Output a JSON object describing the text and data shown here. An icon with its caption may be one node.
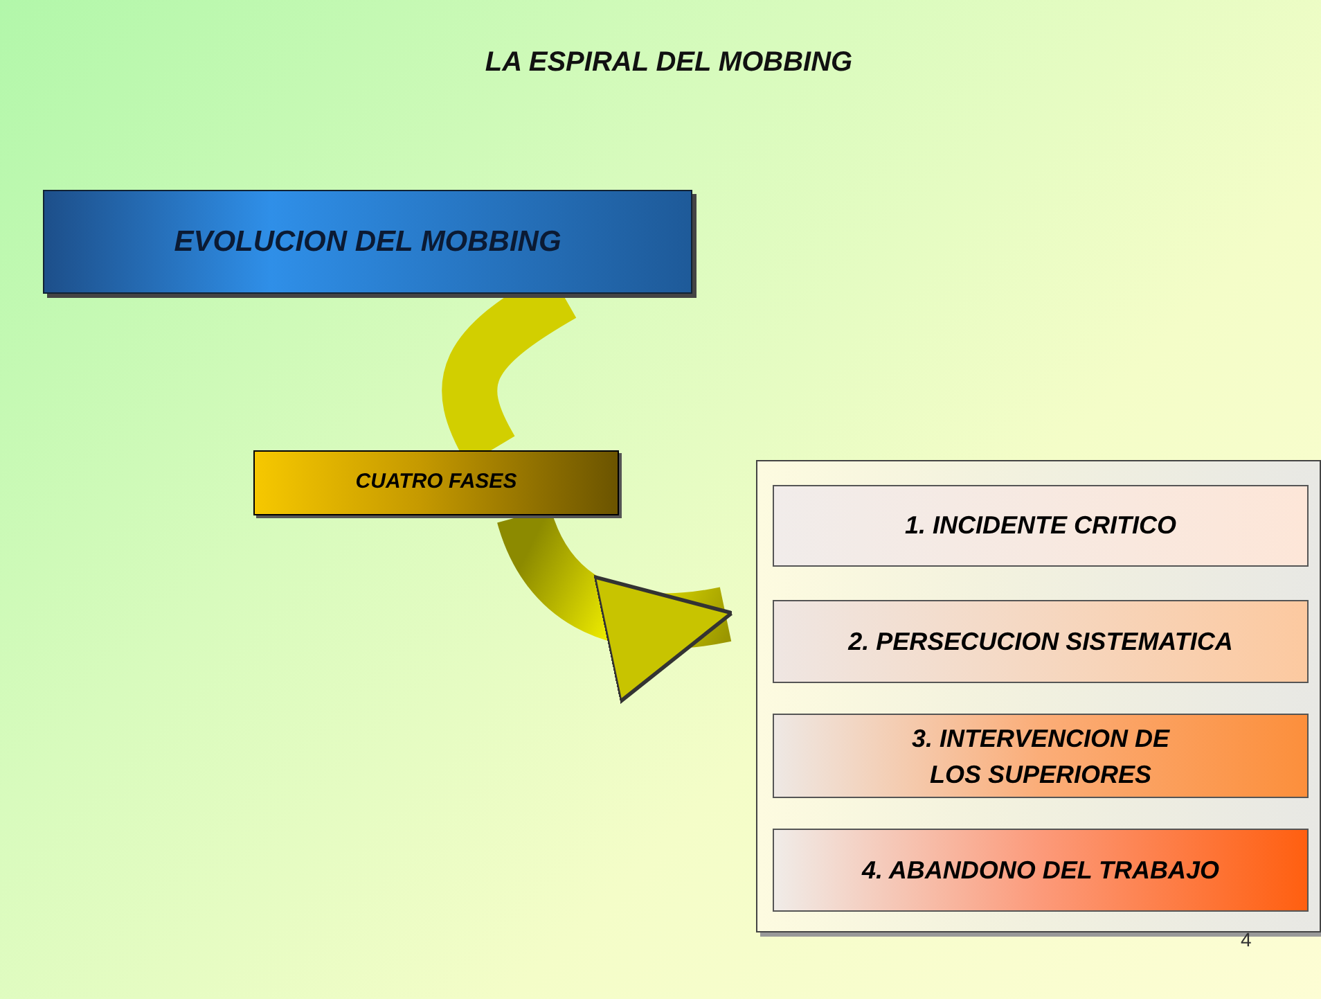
{
  "diagram": {
    "title": "LA ESPIRAL DEL MOBBING",
    "nodes": [
      {
        "text": [
          "EVOLUCION DEL MOBBING"
        ]
      },
      {
        "text": [
          "CUATRO FASES"
        ]
      },
      {
        "text": [],
        "shape": "box"
      },
      {
        "text": [
          "1. INCIDENTE CRITICO"
        ],
        "in": 2
      },
      {
        "text": [
          "2. PERSECUCION SISTEMATICA"
        ],
        "in": 2
      },
      {
        "text": [
          "3. INTERVENCION DE LOS SUPERIORES"
        ],
        "in": 2
      },
      {
        "text": [
          "4. ABANDONO DEL TRABAJO"
        ],
        "in": 2
      }
    ],
    "edges": [
      {
        "from": 0,
        "to": 1,
        "arrow": "none"
      },
      {
        "from": 1,
        "to": 2,
        "arrow": "to"
      }
    ],
    "labels": [
      "4"
    ]
  }
}
